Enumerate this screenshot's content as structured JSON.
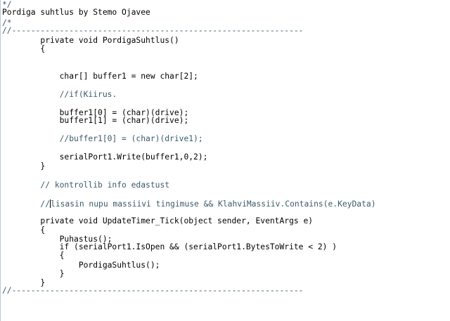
{
  "code_editor": {
    "lines": [
      {
        "text": "*/",
        "kind": "comment"
      },
      {
        "text": "Pordiga suhtlus by Stemo Ojavee",
        "kind": "code"
      },
      {
        "text": "/*",
        "kind": "comment"
      },
      {
        "text": "//-------------------------------------------------------------",
        "kind": "comment"
      },
      {
        "text": "        private void PordigaSuhtlus()",
        "kind": "code"
      },
      {
        "text": "        {",
        "kind": "code"
      },
      {
        "text": "",
        "kind": "code"
      },
      {
        "text": "",
        "kind": "code"
      },
      {
        "text": "            char[] buffer1 = new char[2];",
        "kind": "code"
      },
      {
        "text": "",
        "kind": "code"
      },
      {
        "text": "            //if(Kiirus.",
        "kind": "comment"
      },
      {
        "text": "",
        "kind": "code"
      },
      {
        "text": "            buffer1[0] = (char)(drive);",
        "kind": "code"
      },
      {
        "text": "            buffer1[1] = (char)(drive);",
        "kind": "code"
      },
      {
        "text": "",
        "kind": "code"
      },
      {
        "text": "            //buffer1[0] = (char)(drive1);",
        "kind": "comment"
      },
      {
        "text": "",
        "kind": "code"
      },
      {
        "text": "            serialPort1.Write(buffer1,0,2);",
        "kind": "code"
      },
      {
        "text": "        }",
        "kind": "code"
      },
      {
        "text": "",
        "kind": "code"
      },
      {
        "text": "        // kontrollib info edastust",
        "kind": "comment"
      },
      {
        "text": "",
        "kind": "code"
      },
      {
        "text_before_caret": "        //",
        "text_after_caret": "lisasin nupu massiivi tingimuse && KlahviMassiiv.Contains(e.KeyData)",
        "kind": "comment",
        "has_caret": true
      },
      {
        "text": "",
        "kind": "code"
      },
      {
        "text": "        private void UpdateTimer_Tick(object sender, EventArgs e)",
        "kind": "code"
      },
      {
        "text": "        {",
        "kind": "code"
      },
      {
        "text": "            Puhastus();",
        "kind": "code"
      },
      {
        "text": "            if (serialPort1.IsOpen && (serialPort1.BytesToWrite < 2) )",
        "kind": "code"
      },
      {
        "text": "            {",
        "kind": "code"
      },
      {
        "text": "                PordigaSuhtlus();",
        "kind": "code"
      },
      {
        "text": "            }",
        "kind": "code"
      },
      {
        "text": "        }",
        "kind": "code"
      },
      {
        "text": "",
        "kind": "code"
      },
      {
        "text": "//-------------------------------------------------------------",
        "kind": "comment"
      }
    ]
  }
}
